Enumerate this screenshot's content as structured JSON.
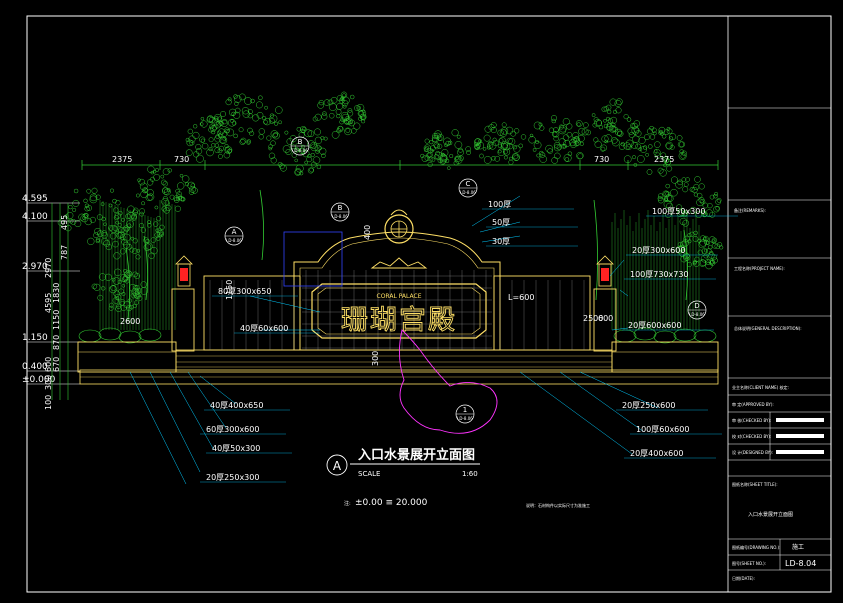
{
  "drawing": {
    "title": "入口水景展开立面图",
    "marker": "A",
    "scale_label": "SCALE",
    "scale_value": "1:60",
    "sign_text": "珊瑚宫殿",
    "sign_subtext": "CORAL PALACE",
    "elevation_note": "±0.00 ≡ 20.000",
    "elevation_note_prefix": "注:",
    "right_note": "说明：石材构件以实际尺寸为准施工"
  },
  "dimensions_top": [
    "2375",
    "730",
    "730",
    "2375"
  ],
  "levels_left": [
    "4.595",
    "4.100",
    "2.970",
    "1.150",
    "0.400",
    "±0.000"
  ],
  "vertical_dims_left": [
    "495",
    "100",
    "300",
    "600",
    "670",
    "870",
    "1150",
    "1830",
    "400",
    "4595",
    "2970",
    "787"
  ],
  "inner_dims": [
    "2600",
    "2500",
    "600",
    "L=600"
  ],
  "callouts_left": [
    "80厚300x650",
    "40厚60x600",
    "40厚400x650",
    "60厚300x600",
    "40厚50x300",
    "20厚250x300"
  ],
  "callouts_right": [
    "100厚",
    "50厚",
    "30厚",
    "100厚50x300",
    "20厚300x600",
    "100厚730x730",
    "20厚600x600",
    "20厚250x600",
    "100厚60x600",
    "20厚400x600"
  ],
  "sections": [
    {
      "id": "B",
      "sheet": "LD-8.06"
    },
    {
      "id": "B",
      "sheet": "LD-8.06"
    },
    {
      "id": "A",
      "sheet": "LD-8.06"
    },
    {
      "id": "C",
      "sheet": "LD-8.06"
    },
    {
      "id": "D",
      "sheet": "LD-8.06"
    },
    {
      "id": "1",
      "sheet": "LD-8.06"
    }
  ],
  "title_block": {
    "rows": [
      "备注(REMARKS):",
      "工程名称(PROJECT NAME):",
      "总体说明(GENERAL DESCRIPTION):",
      "业主名称(CLIENT NAME) 核定:",
      "审 定(APPROVED BY):",
      "审 核(CHECKED BY):",
      "校 对(CHECKED BY):",
      "设 计(DESIGNED BY):",
      "图纸名称(SHEET TITLE):"
    ],
    "sheet_title": "入口水景展开立面图",
    "issue_label": "图纸编号(DRAWING NO.):",
    "issue_type": "施工",
    "drawing_no_label": "图号(SHEET NO.):",
    "drawing_no": "LD-8.04",
    "date_label": "日期(DATE):"
  },
  "colors": {
    "background": "#000000",
    "frame": "#ffffff",
    "vegetation": "#33cc33",
    "stone": "#ffe066",
    "leader": "#00ccff",
    "water": "#ff33ff",
    "section_bubble": "#ffffff",
    "accent_red": "#ff2222",
    "blue_box": "#3344ff"
  }
}
